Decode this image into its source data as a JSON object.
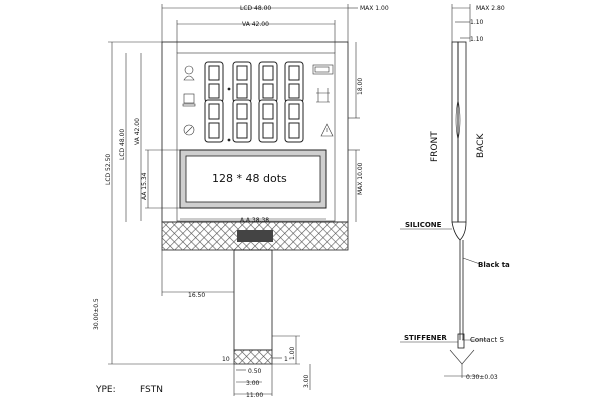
{
  "dims": {
    "lcd_width": "LCD 48.00",
    "va_width": "VA 42.00",
    "max_top": "MAX 1.00",
    "lcd_height_outer": "LCD 52.50",
    "lcd_height": "LCD 48.00",
    "va_height": "VA 42.00",
    "aa_height": "AA 15.34",
    "aa_width": "A.A 38.38",
    "right_18": "18.00",
    "max_10": "MAX 10.00",
    "tail_30": "30.00±0.5",
    "left_16": "16.50",
    "d_050": "0.50",
    "d_300": "3.00",
    "d_1100": "11.00",
    "d_100": "1.00",
    "d_300b": "3.00",
    "pin_10": "10",
    "pin_1": "1",
    "side_max": "MAX 2.80",
    "side_110": "1.10",
    "side_110b": "1.10",
    "side_thick": "0.30±0.03"
  },
  "dots_label": "128 * 48 dots",
  "side_labels": {
    "front": "FRONT",
    "back": "BACK",
    "silicone": "SILICONE",
    "stiffener": "STIFFENER",
    "black_tape": "Black ta",
    "contact": "Contact S"
  },
  "notes": {
    "type_label": "YPE:",
    "type_value": "FSTN"
  }
}
